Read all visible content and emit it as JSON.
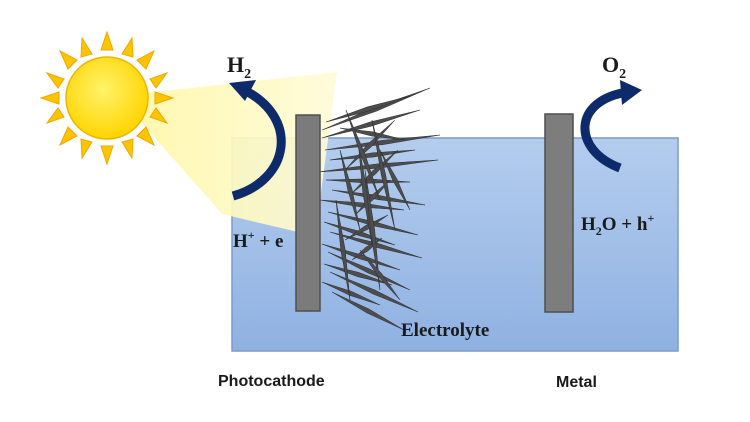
{
  "labels": {
    "h2": {
      "main": "H",
      "sub": "2"
    },
    "o2": {
      "main": "O",
      "sub": "2"
    },
    "reactant_left": {
      "part1": "H",
      "sup": "+",
      "part2": " + e"
    },
    "reactant_right": {
      "part1": "H",
      "sub": "2",
      "part2": "O + h",
      "sup": "+"
    },
    "electrolyte": "Electrolyte",
    "photocathode": "Photocathode",
    "metal": "Metal"
  },
  "colors": {
    "electrolyte_fill_top": "#b4cdee",
    "electrolyte_fill_bottom": "#8fb1e2",
    "tank_border": "#7a9cc6",
    "electrode": "#7b7b7b",
    "electrode_border": "#555555",
    "arrow": "#0d2a6b",
    "sun_core": "#ffe600",
    "sun_ray": "#ffcc00",
    "light_beam": "#fff7a8",
    "nanorod": "#4a4a4a"
  },
  "icons": {
    "sun": "sun-icon",
    "light_beam": "light-beam",
    "arrow_h2": "curved-arrow-icon",
    "arrow_o2": "curved-arrow-icon"
  }
}
